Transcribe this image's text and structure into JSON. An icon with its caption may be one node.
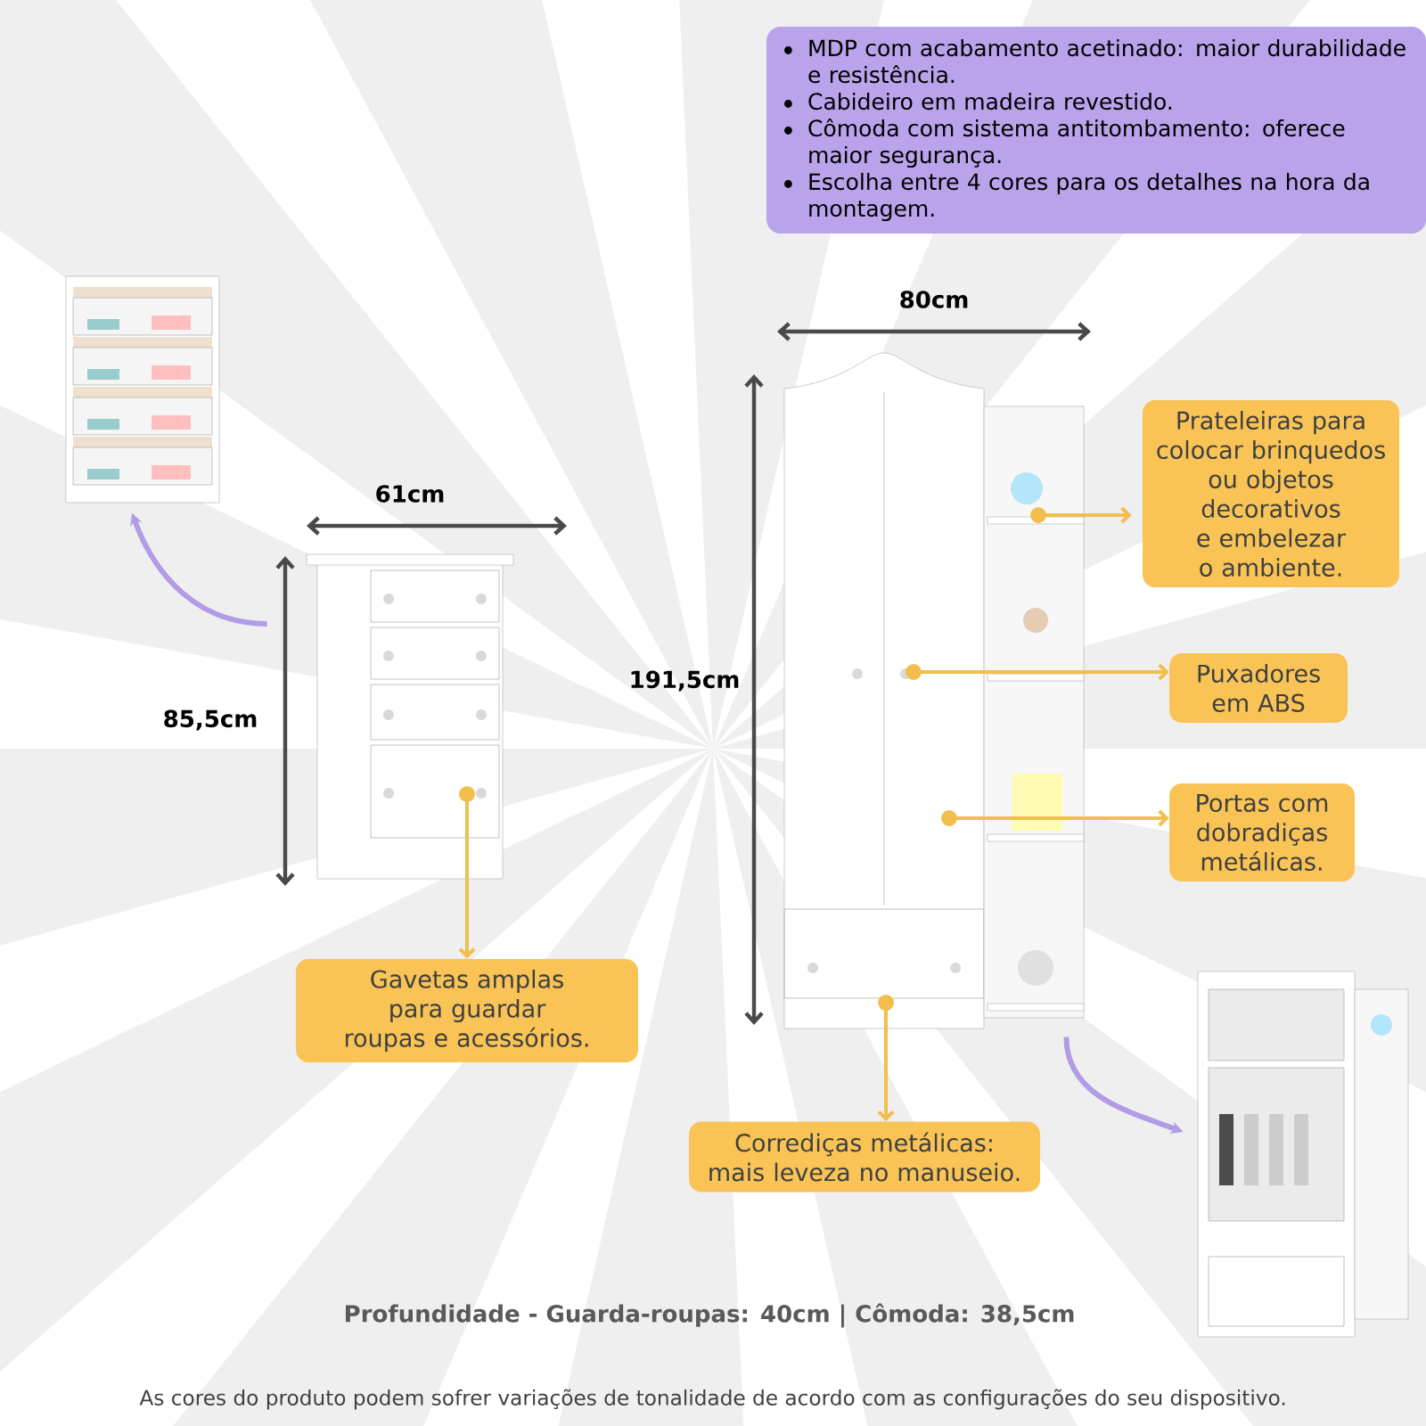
{
  "diagram": {
    "nodes": [
      {
        "text": [
          "MDP com acabamento acetinado: maior durabilidade e resistência.",
          "Cabideiro em madeira revestido.",
          "Cômoda com sistema antitombamento: oferece maior segurança.",
          "Escolha entre 4 cores para os detalhes na hora da montagem."
        ]
      },
      {
        "text": [],
        "shape": "picture"
      },
      {
        "text": [],
        "shape": "picture"
      },
      {
        "text": [],
        "shape": "picture"
      },
      {
        "text": [],
        "shape": "picture"
      },
      {
        "text": [
          "Gavetas amplas para guardar roupas e acessórios."
        ]
      },
      {
        "text": [
          "Prateleiras para colocar brinquedos ou objetos decorativos e embelezar o ambiente."
        ]
      },
      {
        "text": [
          "Puxadores em ABS"
        ]
      },
      {
        "text": [
          "Portas com dobradiças metálicas."
        ]
      },
      {
        "text": [
          "Corrediças metálicas: mais leveza no manuseio."
        ]
      }
    ],
    "edges": [
      {
        "from": 2,
        "to": 1,
        "arrow": "to",
        "color": "#b39ce6"
      },
      {
        "from": 2,
        "to": 5,
        "arrow": "to"
      },
      {
        "from": 3,
        "to": 6,
        "arrow": "to"
      },
      {
        "from": 3,
        "to": 7,
        "arrow": "to"
      },
      {
        "from": 3,
        "to": 8,
        "arrow": "to"
      },
      {
        "from": 3,
        "to": 9,
        "arrow": "to"
      },
      {
        "from": 3,
        "to": 4,
        "arrow": "to",
        "color": "#b39ce6"
      }
    ],
    "labels": [
      "80cm",
      "61cm",
      "191,5cm",
      "85,5cm",
      "Profundidade - Guarda-roupas: 40cm | Cômoda: 38,5cm",
      "As cores do produto podem sofrer variações de tonalidade de acordo com as configurações do seu dispositivo."
    ]
  }
}
